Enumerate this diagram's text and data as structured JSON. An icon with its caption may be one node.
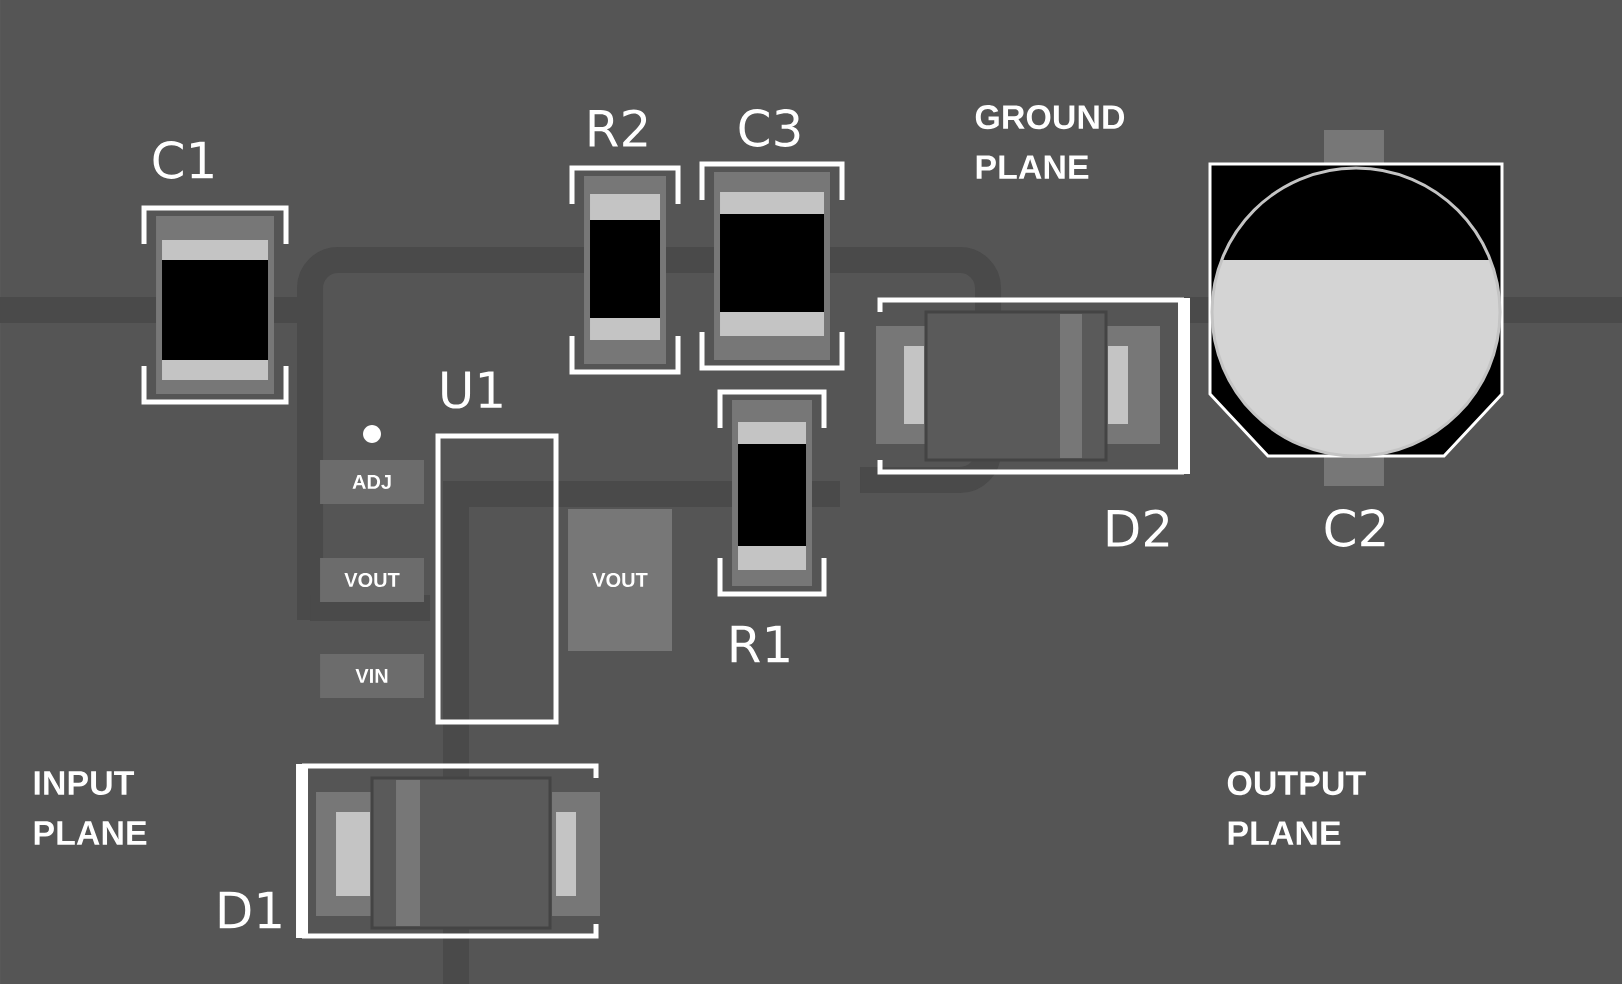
{
  "diagram": {
    "nodes": [
      {
        "text": [
          "C1"
        ]
      },
      {
        "text": [
          "R2"
        ]
      },
      {
        "text": [
          "C3"
        ]
      },
      {
        "text": [
          "U1"
        ]
      },
      {
        "text": [
          "ADJ"
        ]
      },
      {
        "text": [
          "VOUT"
        ]
      },
      {
        "text": [
          "VIN"
        ]
      },
      {
        "text": [
          "VOUT"
        ]
      },
      {
        "text": [
          "D2"
        ]
      },
      {
        "text": [
          "C2"
        ]
      },
      {
        "text": [
          "R1"
        ]
      },
      {
        "text": [
          "D1"
        ]
      }
    ],
    "labels": [
      "GROUND PLANE",
      "INPUT PLANE",
      "OUTPUT PLANE"
    ]
  }
}
